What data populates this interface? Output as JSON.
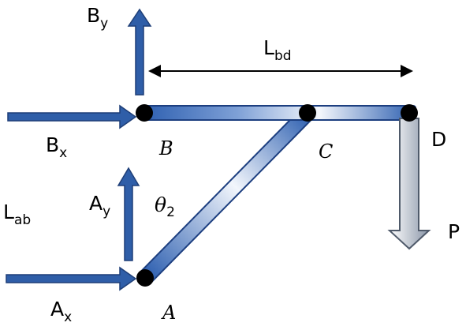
{
  "diagram": {
    "points": {
      "A": "A",
      "B": "B",
      "C": "C",
      "D": "D"
    },
    "forces": {
      "Bx": {
        "main": "B",
        "sub": "x"
      },
      "By": {
        "main": "B",
        "sub": "y"
      },
      "Ax": {
        "main": "A",
        "sub": "x"
      },
      "Ay": {
        "main": "A",
        "sub": "y"
      },
      "P": "P"
    },
    "lengths": {
      "Lab": {
        "main": "L",
        "sub": "ab"
      },
      "Lbd": {
        "main": "L",
        "sub": "bd"
      }
    },
    "angle": {
      "main": "θ",
      "sub": "2"
    },
    "colors": {
      "arrow": "#2f5ea8",
      "arrow_edge": "#1f3f78",
      "member_dark": "#2d5fb0",
      "member_light": "#ffffff",
      "load": "#8a96a8",
      "pin": "#000000"
    }
  }
}
